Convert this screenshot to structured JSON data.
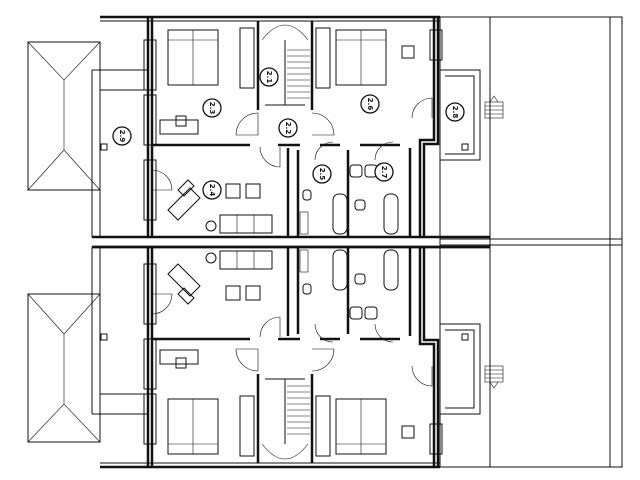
{
  "plan": {
    "room_labels": {
      "stairs": "2.1",
      "hall": "2.2",
      "bedroom_left": "2.3",
      "living": "2.4",
      "bath_left": "2.5",
      "bedroom_right": "2.6",
      "bath_right": "2.7",
      "balcony_right": "2.8",
      "balcony_left": "2.9"
    }
  }
}
